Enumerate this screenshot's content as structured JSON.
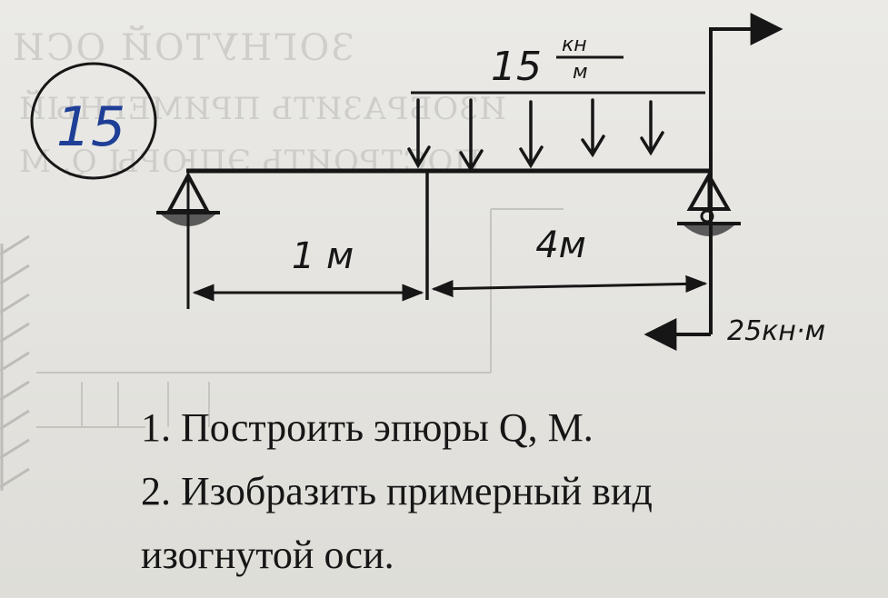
{
  "problem": {
    "number": "15",
    "distributed_load_value": "15",
    "distributed_load_unit_num": "кн",
    "distributed_load_unit_den": "м",
    "span_left_label": "1 м",
    "span_right_label": "4м",
    "moment_label": "25кн·м"
  },
  "tasks": {
    "line1": "1. Построить эпюры  Q, M.",
    "line2": "2. Изобразить примерный вид",
    "line3": "изогнутой оси."
  },
  "colors": {
    "ink": "#161616",
    "number_ink": "#1f3f97",
    "paper": "#e7e6e2"
  }
}
